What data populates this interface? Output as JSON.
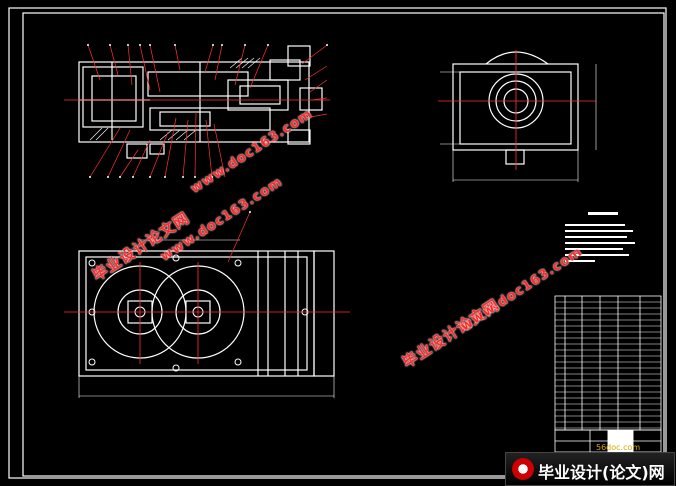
{
  "watermarks": {
    "cn_text": "毕业设计论文网",
    "url_text": "www.doc163.com"
  },
  "footer": {
    "site_small": "56doc.com",
    "brand_text": "毕业设计(论文)网"
  },
  "colors": {
    "background": "#000000",
    "drawing_lines": "#ffffff",
    "center_lines": "#ff3030",
    "leaders": "#ff3030",
    "watermark": "#ff2a2a"
  }
}
